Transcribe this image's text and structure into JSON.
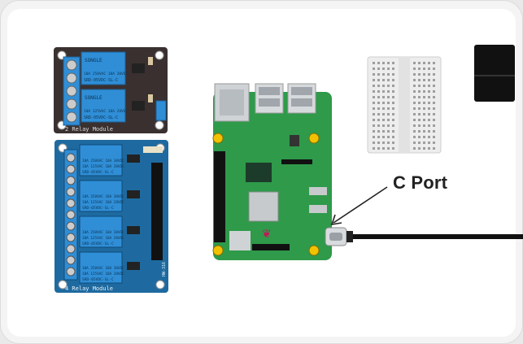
{
  "callout": {
    "c_port_label": "C Port"
  },
  "relay_2ch": {
    "module_label": "2 Relay Module",
    "relay_model": "SRD-05VDC-SL-C",
    "brand": "SONGLE",
    "rating_1": "10A 250VAC 10A 30VDC",
    "rating_2": "10A 125VAC 10A 28VDC"
  },
  "relay_4ch": {
    "module_label": "4 Relay Module",
    "relay_model": "SRD-05VDC-SL-C",
    "rating_1": "10A 250VAC 10A 30VDC",
    "rating_2": "10A 125VAC 10A 28VDC",
    "side_code": "HW-316"
  },
  "colors": {
    "relay_2ch_board": "#3a3030",
    "relay_4ch_board": "#1e6aa0",
    "relay_body": "#2f8ed6",
    "pi_board": "#2e9a4a",
    "cable": "#111111"
  }
}
